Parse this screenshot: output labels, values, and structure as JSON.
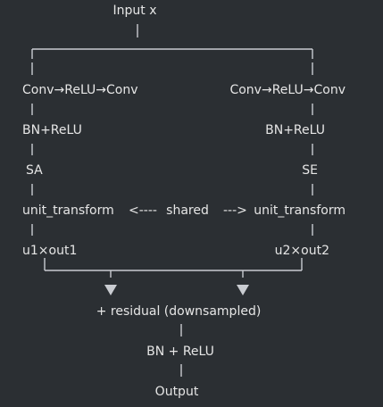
{
  "diagram": {
    "input": "Input x",
    "left_branch": {
      "conv": "Conv→ReLU→Conv",
      "bn_relu": "BN+ReLU",
      "attention": "SA",
      "unit_transform": "unit_transform",
      "mult": "u1×out1"
    },
    "right_branch": {
      "conv": "Conv→ReLU→Conv",
      "bn_relu": "BN+ReLU",
      "attention": "SE",
      "unit_transform": "unit_transform",
      "mult": "u2×out2"
    },
    "shared": {
      "left_arrow": "<----",
      "label": "shared",
      "right_arrow": "--->"
    },
    "residual": "+ residual (downsampled)",
    "bn_relu_final": "BN + ReLU",
    "output": "Output"
  },
  "colors": {
    "background": "#2b2f33",
    "text": "#e6e6e6",
    "lines": "#c9ccd1"
  }
}
